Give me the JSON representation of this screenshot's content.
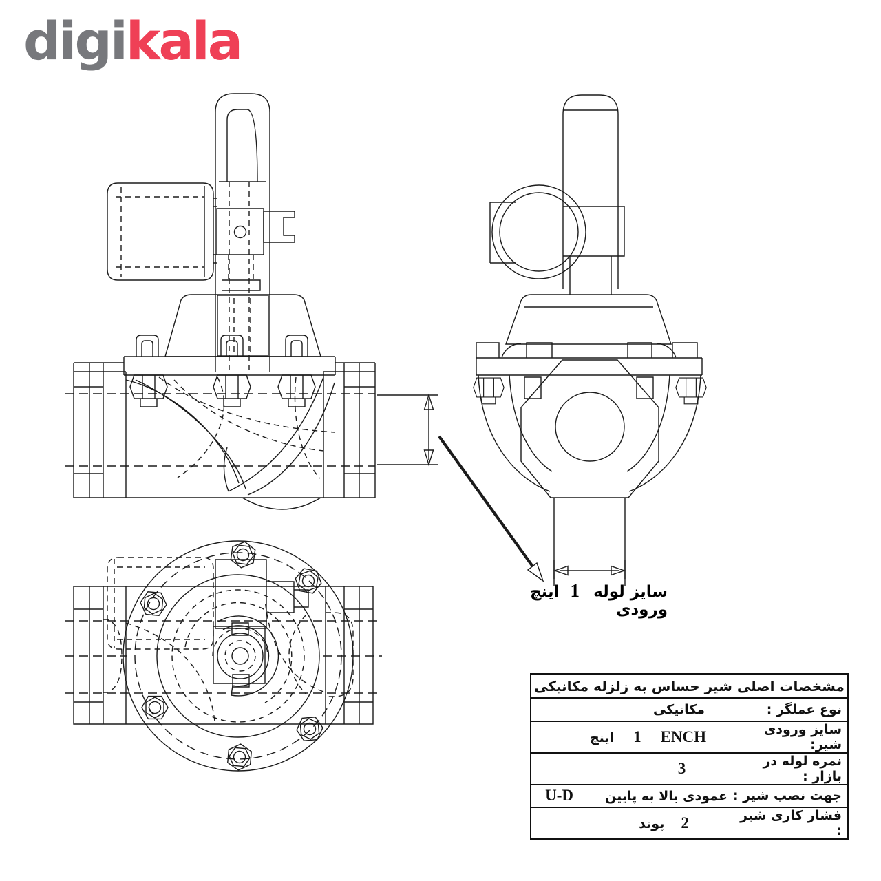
{
  "logo": {
    "digi": "digi",
    "kala": "kala"
  },
  "colors": {
    "logo_gray": "#77787c",
    "logo_red": "#ef4056",
    "line": "#1b1b1b",
    "background": "#ffffff"
  },
  "dimension_label": {
    "text": "سایز لوله ورودی",
    "value": "1",
    "unit": "اینچ"
  },
  "table": {
    "title": "مشخصات اصلی شیر حساس به زلزله مکانیکی",
    "rows": [
      {
        "label": "نوع عملگر :",
        "values": [
          "مکانیکی"
        ]
      },
      {
        "label": "سایز ورودی شیر:",
        "values": [
          "ENCH",
          "1",
          "اینچ"
        ]
      },
      {
        "label": "نمره لوله در بازار :",
        "values": [
          "3"
        ]
      },
      {
        "label": "جهت نصب شیر :",
        "values": [
          "عمودی بالا به پایین",
          "U-D"
        ]
      },
      {
        "label": "فشار کاری شیر :",
        "values": [
          "2",
          "پوند"
        ]
      }
    ]
  }
}
